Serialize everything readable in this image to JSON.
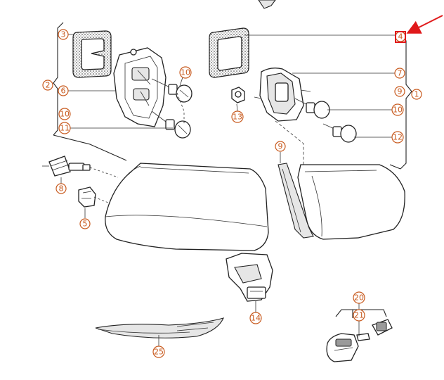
{
  "callouts": {
    "c1": "1",
    "c2": "2",
    "c3": "3",
    "c4": "4",
    "c5": "5",
    "c6": "6",
    "c7": "7",
    "c8": "8",
    "c9a": "9",
    "c9b": "9",
    "c10a": "10",
    "c10b": "10",
    "c10c": "10",
    "c11": "11",
    "c12": "12",
    "c13": "13",
    "c14": "14",
    "c20": "20",
    "c21": "21",
    "c25": "25"
  },
  "colors": {
    "callout": "#c85a1e",
    "highlight": "#e0191b",
    "line": "#222222"
  }
}
